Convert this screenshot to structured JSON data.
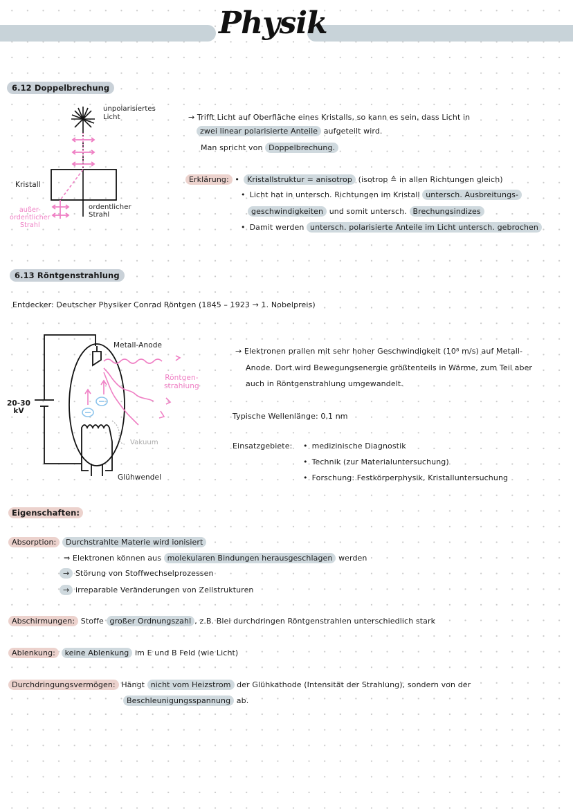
{
  "header": {
    "title": "Physik",
    "bar_color": "#c8d3d9"
  },
  "colors": {
    "highlight_blue": "#cfd9de",
    "highlight_rose": "#ecd2cd",
    "diagram_pink": "#ef7fc4",
    "electron_blue": "#8cc4ec",
    "dot_grid": "#c9c9c9"
  },
  "section1": {
    "heading": "6.12 Doppelbrechung",
    "diagram": {
      "label_light": [
        "unpolarisiertes",
        "Licht"
      ],
      "label_crystal": "Kristall",
      "label_extraordinary": [
        "außer-",
        "ordentlicher",
        "Strahl"
      ],
      "label_ordinary": [
        "ordentlicher",
        "Strahl"
      ]
    },
    "intro": {
      "line1": "→ Trifft Licht auf Oberfläche eines Kristalls, so kann es sein, dass Licht in",
      "line2_hl": "zwei linear polarisierte Anteile",
      "line2_rest": "aufgeteilt wird.",
      "line3_pre": "Man spricht von",
      "line3_hl": "Doppelbrechung."
    },
    "explanation": {
      "label": "Erklärung:",
      "b1_hl": "Kristallstruktur = anisotrop",
      "b1_rest": "(isotrop ≙ in allen Richtungen gleich)",
      "b2_pre": "Licht hat in untersch. Richtungen im Kristall",
      "b2_hl": "untersch. Ausbreitungs-",
      "b2_hl2": "geschwindigkeiten",
      "b2_mid": "und somit untersch.",
      "b2_hl3": "Brechungsindizes",
      "b3_pre": "Damit werden",
      "b3_hl": "untersch. polarisierte Anteile im Licht untersch. gebrochen"
    }
  },
  "section2": {
    "heading": "6.13 Röntgenstrahlung",
    "discoverer": "Entdecker: Deutscher Physiker Conrad Röntgen (1845 – 1923 → 1. Nobelpreis)",
    "diagram": {
      "label_anode": "Metall-Anode",
      "label_xray": [
        "Röntgen-",
        "strahlung"
      ],
      "label_voltage": [
        "20-30",
        "kV"
      ],
      "label_vacuum": "Vakuum",
      "label_filament": "Glühwendel",
      "electron_symbol": "–"
    },
    "description": {
      "line1": "→ Elektronen prallen mit sehr hoher Geschwindigkeit (10⁸ m/s) auf Metall-",
      "line2": "Anode. Dort wird Bewegungsenergie größtenteils in Wärme, zum Teil aber",
      "line3": "auch in Röntgenstrahlung umgewandelt."
    },
    "wavelength": "Typische Wellenlänge: 0,1 nm",
    "applications": {
      "label": "Einsatzgebiete:",
      "items": [
        "medizinische Diagnostik",
        "Technik (zur Materialuntersuchung)",
        "Forschung: Festkörperphysik, Kristalluntersuchung"
      ]
    },
    "properties": {
      "heading": "Eigenschaften:",
      "absorption": {
        "label": "Absorption:",
        "text_hl": "Durchstrahlte Materie wird ionisiert",
        "sub1_pre": "⇒ Elektronen können aus",
        "sub1_hl": "molekularen Bindungen herausgeschlagen",
        "sub1_post": "werden",
        "sub2_arrow": "→",
        "sub2": "Störung von Stoffwechselprozessen",
        "sub3_arrow": "→",
        "sub3": "irreparable Veränderungen von Zellstrukturen"
      },
      "shielding": {
        "label": "Abschirmungen:",
        "pre": "Stoffe",
        "hl": "großer Ordnungszahl",
        "post": ", z.B. Blei durchdringen Röntgenstrahlen unterschiedlich stark"
      },
      "deflection": {
        "label": "Ablenkung:",
        "hl": "keine Ablenkung",
        "post": "im E und B Feld (wie Licht)"
      },
      "penetration": {
        "label": "Durchdringungsvermögen:",
        "pre": "Hängt",
        "hl": "nicht vom Heizstrom",
        "post": "der Glühkathode (Intensität der Strahlung), sondern von der",
        "hl2": "Beschleunigungsspannung",
        "post2": "ab."
      }
    }
  }
}
